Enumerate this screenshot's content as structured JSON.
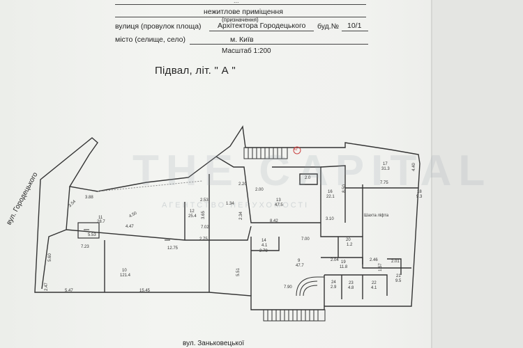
{
  "header": {
    "top_cut": "...",
    "purpose_value": "нежитлове приміщення",
    "purpose_caption": "(призначення)",
    "street_label": "вулиця (провулок площа)",
    "street_value": "Архітектора Городецького",
    "building_label": "буд.№",
    "building_value": "10/1",
    "city_label": "місто (селище, село)",
    "city_value": "м. Київ",
    "scale": "Масштаб 1:200"
  },
  "plan_title": "Підвал, літ. \" А \"",
  "watermark": {
    "brand": "THE CAPITAL",
    "sub": "АГЕНТСТВО НЕРУХОМОСТІ"
  },
  "streets": {
    "left": "вул. Городецького",
    "bottom": "вул. Заньковецької"
  },
  "marker": "42",
  "rooms": [
    {
      "no": "17",
      "area": "31.3"
    },
    {
      "no": "18",
      "area": "9.3"
    },
    {
      "no": "16",
      "area": "22.1"
    },
    {
      "no": "13",
      "area": "47.5"
    },
    {
      "no": "12",
      "area": "25.4"
    },
    {
      "no": "11",
      "area": "28.7"
    },
    {
      "no": "10",
      "area": "121.4"
    },
    {
      "no": "14",
      "area": "4.1"
    },
    {
      "no": "9",
      "area": "47.7"
    },
    {
      "no": "19",
      "area": "11.8"
    },
    {
      "no": "20",
      "area": "1.2"
    },
    {
      "no": "21",
      "area": "9.5"
    },
    {
      "no": "24",
      "area": "2.9"
    },
    {
      "no": "23",
      "area": "4.8"
    },
    {
      "no": "22",
      "area": "4.1"
    },
    {
      "no": "",
      "area": "2.0"
    }
  ],
  "shaft_label": "Шахта ліфта",
  "dimensions": [
    "2.20",
    "2.00",
    "8.50",
    "4.40",
    "7.75",
    "3.54",
    "3.88",
    "4.50",
    "4.47",
    "5.53",
    "7.23",
    "2.53",
    "1.34",
    "3.65",
    "7.02",
    "2.34",
    "8.42",
    "3.10",
    "12.75",
    "2.75",
    "7.00",
    "2.78",
    "5.51",
    "2.04",
    "2.46",
    "2.01",
    "1.57",
    "5.60",
    "2.47",
    "5.47",
    "15.45",
    "7.90"
  ]
}
